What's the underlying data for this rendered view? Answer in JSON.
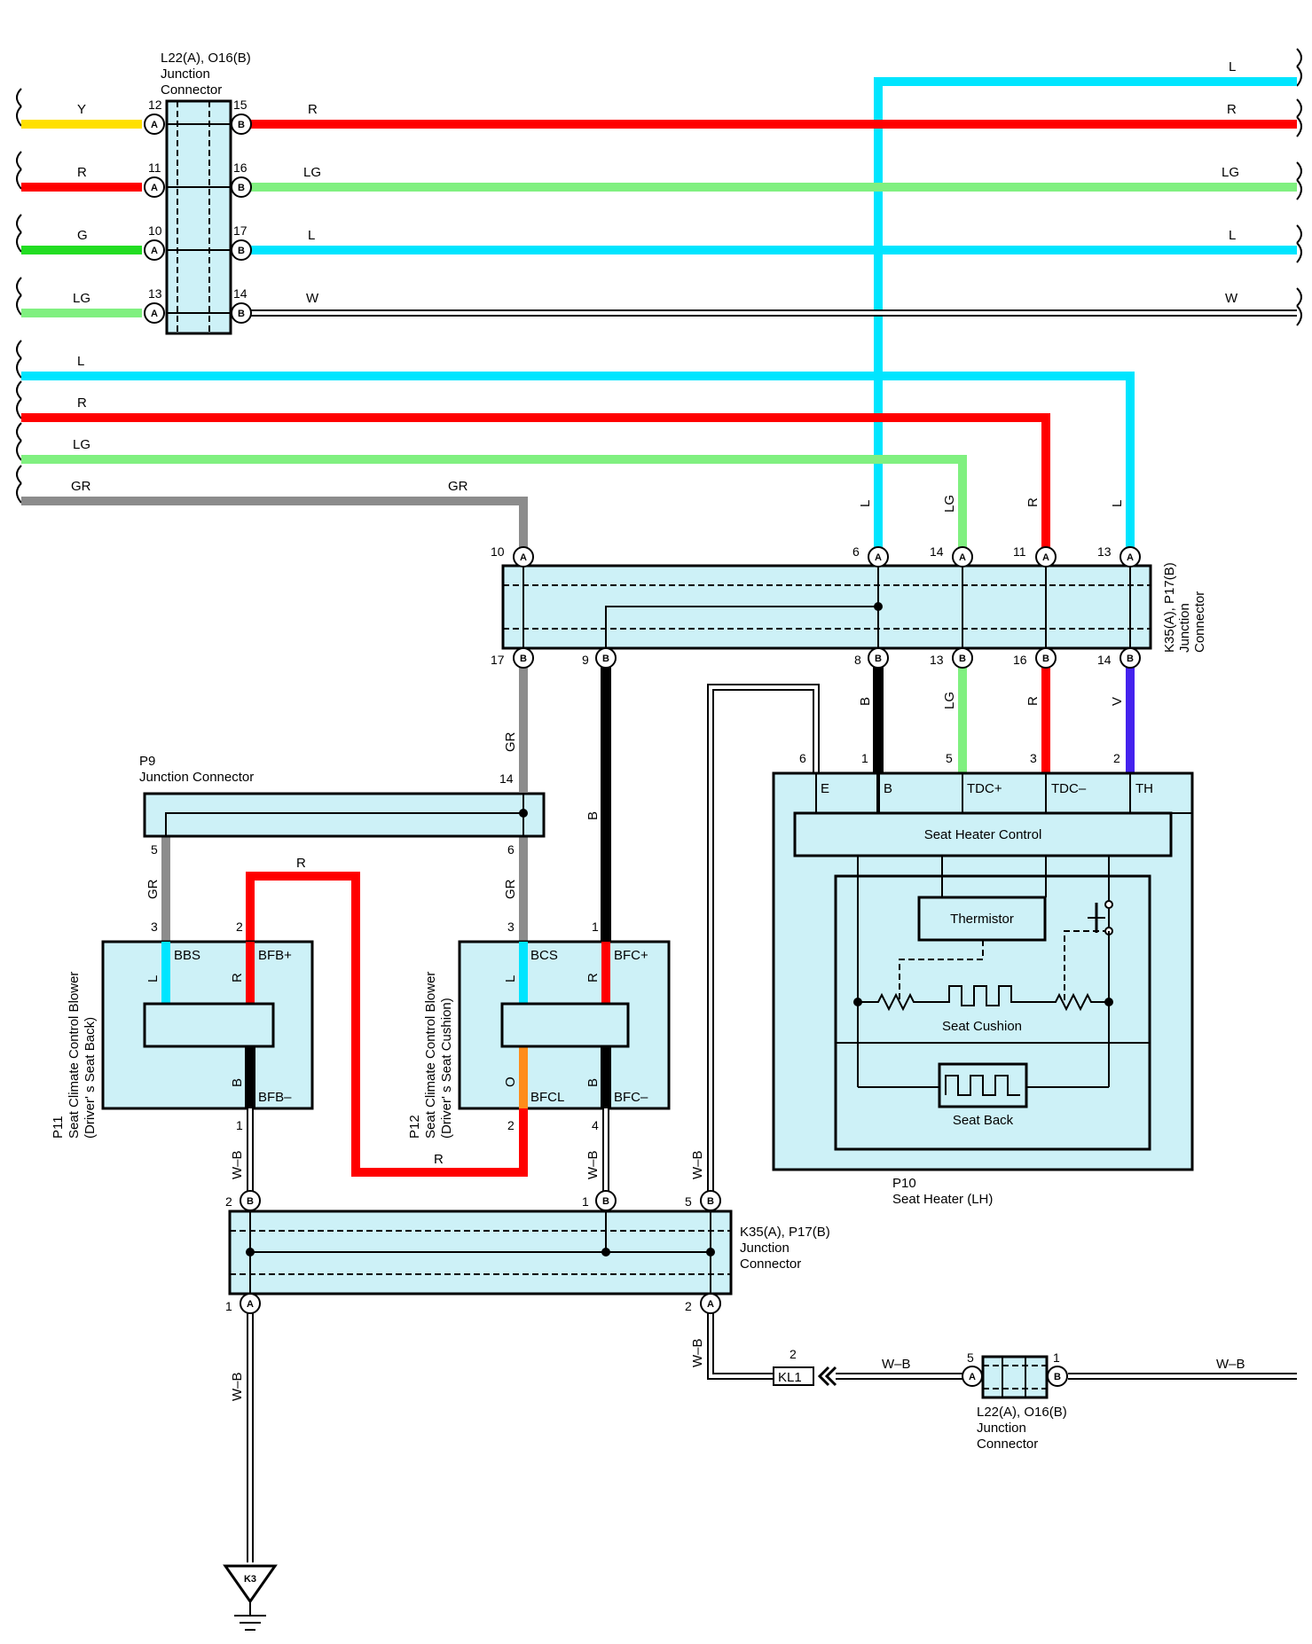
{
  "colors": {
    "R": "#ff0000",
    "L": "#00e5ff",
    "LG": "#80f080",
    "G": "#22dd22",
    "Y": "#ffe000",
    "GR": "#8c8c8c",
    "B": "#000000",
    "V": "#4422ee",
    "O": "#ff8c1a",
    "W": "#ffffff",
    "box": "#cdf1f7"
  },
  "wire_labels": {
    "Y": "Y",
    "R": "R",
    "G": "G",
    "LG": "LG",
    "L": "L",
    "W": "W",
    "GR": "GR",
    "B": "B",
    "V": "V",
    "O": "O",
    "WB": "W–B"
  },
  "connectors": {
    "top_junction": {
      "id": "L22(A), O16(B)",
      "line1": "Junction",
      "line2": "Connector"
    },
    "upper_junction": {
      "id": "K35(A), P17(B)",
      "line1": "Junction",
      "line2": "Connector"
    },
    "p9": {
      "id": "P9",
      "name": "Junction Connector"
    },
    "lower_junction": {
      "id": "K35(A), P17(B)",
      "line1": "Junction",
      "line2": "Connector"
    },
    "bottom_junction": {
      "id": "L22(A), O16(B)",
      "line1": "Junction",
      "line2": "Connector"
    },
    "kl1": "KL1",
    "k3": "K3"
  },
  "components": {
    "p11": {
      "id": "P11",
      "line1": "Seat Climate Control Blower",
      "line2": "(Driver' s Seat Back)",
      "terms": {
        "bbs": "BBS",
        "bfbp": "BFB+",
        "bfbm": "BFB–"
      }
    },
    "p12": {
      "id": "P12",
      "line1": "Seat Climate Control Blower",
      "line2": "(Driver' s Seat Cushion)",
      "terms": {
        "bcs": "BCS",
        "bfcp": "BFC+",
        "bfcl": "BFCL",
        "bfcm": "BFC–"
      }
    },
    "p10": {
      "id": "P10",
      "name": "Seat Heater (LH)",
      "terms": {
        "e": "E",
        "b": "B",
        "tdcp": "TDC+",
        "tdcm": "TDC–",
        "th": "TH"
      },
      "control": "Seat Heater Control",
      "thermistor": "Thermistor",
      "cushion": "Seat Cushion",
      "back": "Seat Back"
    }
  },
  "pin_letters": {
    "a": "A",
    "b": "B"
  },
  "pins": {
    "tj": [
      "12",
      "15",
      "11",
      "16",
      "10",
      "17",
      "13",
      "14"
    ],
    "uj_top": [
      "10",
      "6",
      "14",
      "11",
      "13"
    ],
    "uj_bot": [
      "17",
      "9",
      "8",
      "13",
      "16",
      "14"
    ],
    "p10": [
      "6",
      "1",
      "5",
      "3",
      "2"
    ],
    "p9": [
      "14",
      "5",
      "6"
    ],
    "p11": [
      "3",
      "2",
      "1"
    ],
    "p12": [
      "3",
      "1",
      "2",
      "4"
    ],
    "lj_top": [
      "2",
      "1",
      "5"
    ],
    "lj_bot": [
      "1",
      "2"
    ],
    "kl1": "2",
    "bj": [
      "5",
      "1"
    ]
  }
}
